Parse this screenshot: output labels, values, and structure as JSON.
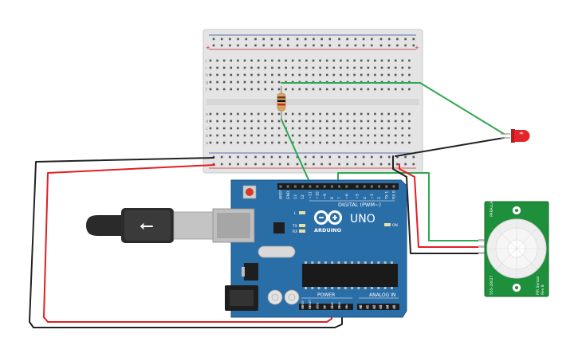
{
  "arduino": {
    "logo_text": "ARDUINO",
    "model": "UNO",
    "digital_header": "DIGITAL (PWM~)",
    "power_header": "POWER",
    "analog_header": "ANALOG IN",
    "led_l": "L",
    "led_tx": "TX",
    "led_rx": "RX",
    "led_on": "ON",
    "digital_pins": [
      "AREF",
      "GND",
      "13",
      "12",
      "~11",
      "~10",
      "~9",
      "8",
      "7",
      "~6",
      "~5",
      "4",
      "~3",
      "2",
      "TX 1",
      "RX 0"
    ],
    "power_pins": [
      "IOREF",
      "RESET",
      "3.3V",
      "5V",
      "GND",
      "GND",
      "Vin"
    ],
    "analog_pins": [
      "A0",
      "A1",
      "A2",
      "A3",
      "A4",
      "A5"
    ]
  },
  "pir_sensor": {
    "title": "PIR Sensor",
    "rev": "Rev B",
    "part": "555-28027",
    "parallax": "PARALLAX"
  },
  "breadboard": {
    "rows_top": [
      "j",
      "i",
      "h",
      "g",
      "f"
    ],
    "rows_bottom": [
      "e",
      "d",
      "c",
      "b",
      "a"
    ],
    "column_count": 30
  },
  "colors": {
    "board_blue": "#2a6ea8",
    "wire_red": "#e01f26",
    "wire_black": "#222222",
    "wire_green": "#2fa84f",
    "pir_green": "#1e8f3a",
    "led_red": "#e3242b"
  }
}
